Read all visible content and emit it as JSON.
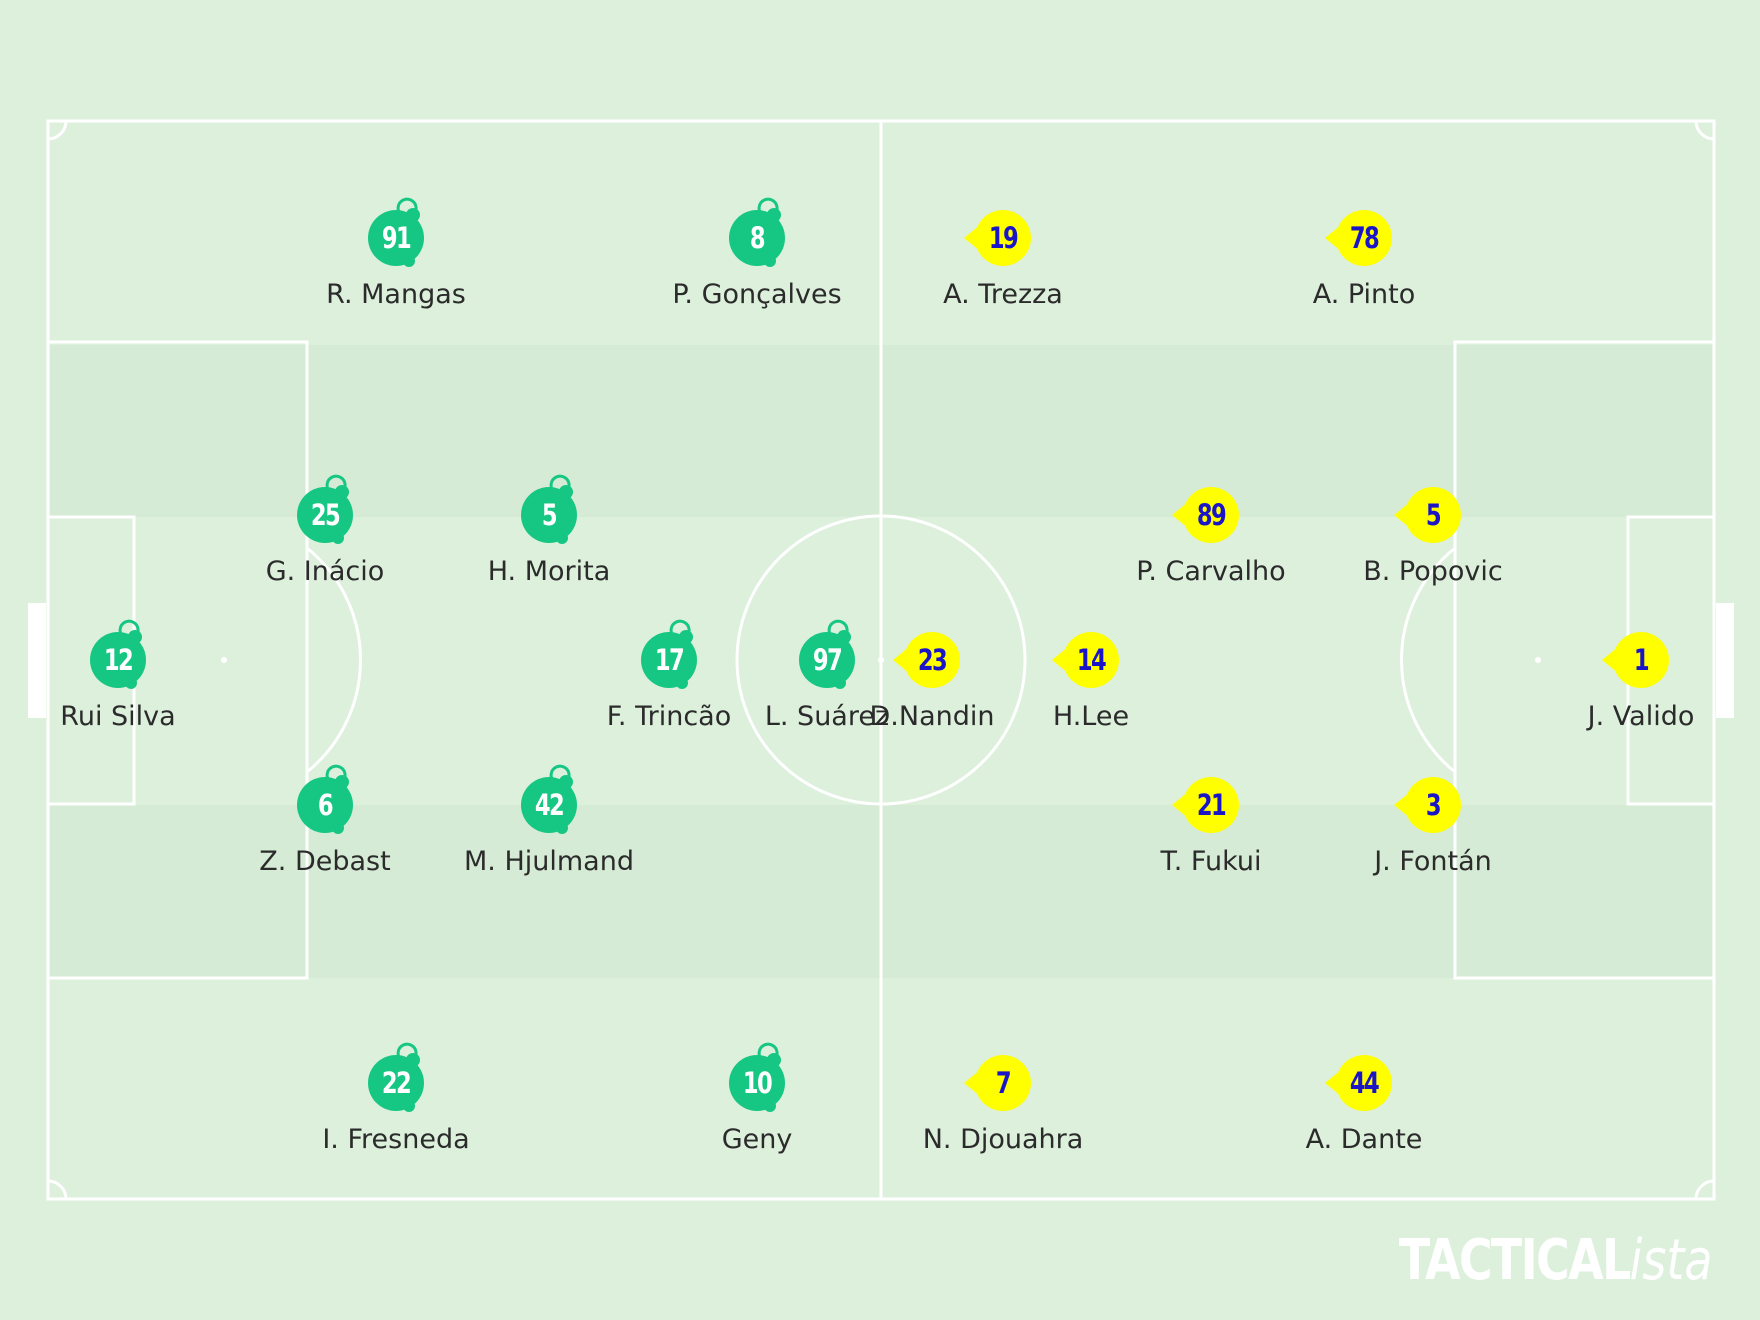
{
  "colors": {
    "background": "#dcf0dc",
    "stripe_dark": "#d5ebd5",
    "lines": "#ffffff",
    "home_token": "#16c784",
    "home_number": "#ffffff",
    "away_token": "#ffff00",
    "away_number": "#1a16c8",
    "name_text": "#2b2b2b"
  },
  "brand": {
    "bold": "TACTICAL",
    "italic": "ista"
  },
  "home_team": {
    "players": [
      {
        "number": "12",
        "name": "Rui Silva"
      },
      {
        "number": "25",
        "name": "G. Inácio"
      },
      {
        "number": "6",
        "name": "Z. Debast"
      },
      {
        "number": "5",
        "name": "H. Morita"
      },
      {
        "number": "42",
        "name": "M. Hjulmand"
      },
      {
        "number": "17",
        "name": "F. Trincão"
      },
      {
        "number": "97",
        "name": "L. Suárez"
      },
      {
        "number": "91",
        "name": "R. Mangas"
      },
      {
        "number": "8",
        "name": "P. Gonçalves"
      },
      {
        "number": "22",
        "name": "I. Fresneda"
      },
      {
        "number": "10",
        "name": "Geny"
      }
    ]
  },
  "away_team": {
    "players": [
      {
        "number": "1",
        "name": "J. Valido"
      },
      {
        "number": "5",
        "name": "B. Popovic"
      },
      {
        "number": "3",
        "name": "J. Fontán"
      },
      {
        "number": "89",
        "name": "P. Carvalho"
      },
      {
        "number": "21",
        "name": "T. Fukui"
      },
      {
        "number": "14",
        "name": "H.Lee"
      },
      {
        "number": "23",
        "name": "D.Nandin"
      },
      {
        "number": "19",
        "name": "A. Trezza"
      },
      {
        "number": "78",
        "name": "A. Pinto"
      },
      {
        "number": "7",
        "name": "N. Djouahra"
      },
      {
        "number": "44",
        "name": "A. Dante"
      }
    ]
  }
}
